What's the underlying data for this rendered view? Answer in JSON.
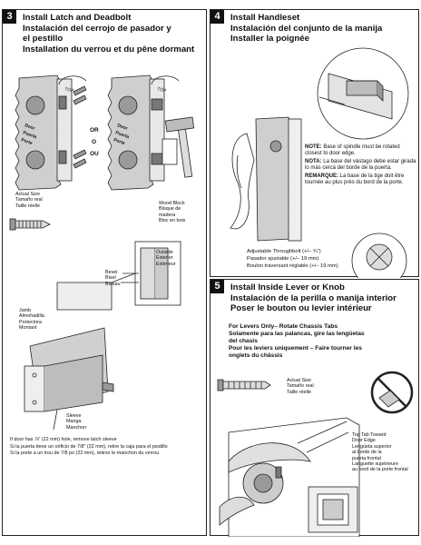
{
  "step3": {
    "number": "3",
    "title": [
      "Install Latch and Deadbolt",
      "Instalación del cerrojo de pasador y",
      "el pestillo",
      "Installation du verrou et du pêne dormant"
    ],
    "top_label": "TOP",
    "door_label": [
      "Door",
      "Puerta",
      "Porte"
    ],
    "or_label": [
      "OR",
      "O",
      "OU"
    ],
    "actual_size": [
      "Actual Size",
      "Tamaño real",
      "Taille réelle"
    ],
    "wood_block": [
      "Wood Block",
      "Bloque de",
      "madera",
      "Bloc en bois"
    ],
    "outside": [
      "Outside",
      "Exterior",
      "Extérieur"
    ],
    "bevel": [
      "Bevel",
      "Bisel",
      "Biseau"
    ],
    "jamb": [
      "Jamb",
      "Almohadilla",
      "Protectora",
      "Montant"
    ],
    "sleeve": [
      "Sleeve",
      "Manga",
      "Manchon"
    ],
    "footer": [
      "If door has ⅞\" (22 mm) hole, remove latch sleeve",
      "Si la puerta tiene un orificio de 7/8\" (22 mm), retire la caja para el pestillo",
      "Si la porte a un trou de 7/8 po (22 mm), retirez le manchon du verrou"
    ]
  },
  "step4": {
    "number": "4",
    "title": [
      "Install Handleset",
      "Instalación del conjunto de la manija",
      "Installer la poignée"
    ],
    "note_en_label": "NOTE:",
    "note_en": "Base of spindle must be rotated closest to door edge.",
    "note_es_label": "NOTA:",
    "note_es": "La base del vástago debe estar girada lo más cercà del borde de la puerta.",
    "note_fr_label": "REMARQUE:",
    "note_fr": "La base de la tige doit être tournée au plus près du bord de la porte.",
    "throughbolt": [
      "Adjustable Throughbolt (+/– ¾\")",
      "Pasador ajustable (+/– 19 mm)",
      "Boulon traversant réglable (+/– 19 mm)"
    ]
  },
  "step5": {
    "number": "5",
    "title": [
      "Install Inside Lever or Knob",
      "Instalación de la perilla o manija interior",
      "Poser le bouton ou levier intérieur"
    ],
    "subhead": [
      "For Levers Only– Rotate Chassis Tabs",
      "Solamente para las palancas, gire las lengüetas",
      "del chasis",
      "Pour les leviers uniquement – Faire tourner les",
      "onglets du châssis"
    ],
    "actual_size": [
      "Actual Size",
      "Tamaño real",
      "Taille réelle"
    ],
    "top_tab": [
      "Top Tab Toward",
      "Door Edge",
      "Lengüeta superior",
      "al borde de la",
      "puerta frontal",
      "Languette supérieure",
      "au bord de la porte frontal"
    ]
  }
}
